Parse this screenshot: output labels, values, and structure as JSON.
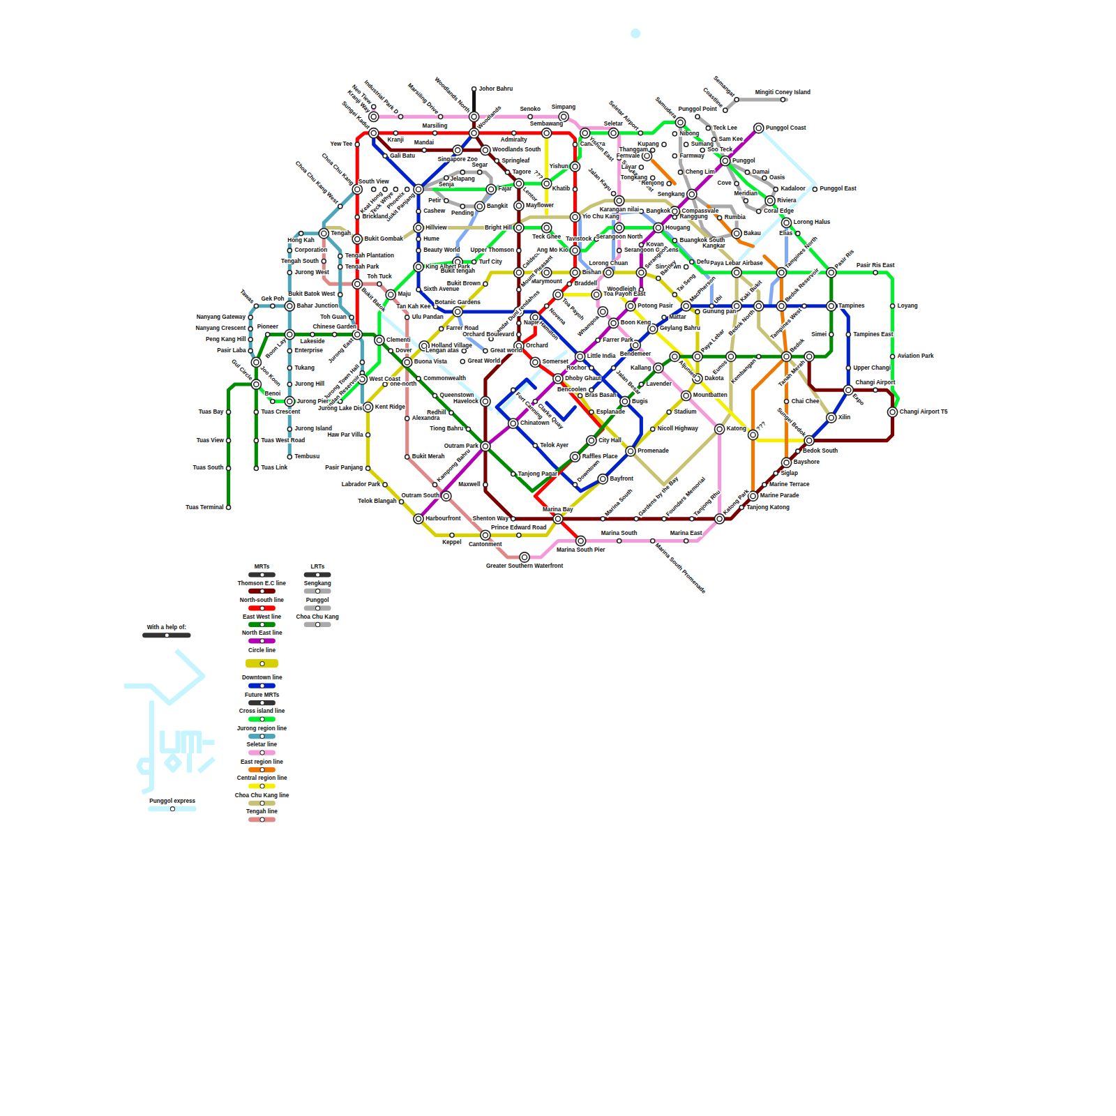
{
  "diagram": {
    "labels": [
      "Neo Tiew",
      "Industrial Park D",
      "Kranji Way",
      "Sungei Kadut",
      "Marsiling Drive",
      "Woodlands North",
      "Johor Bahru",
      "Woodlands",
      "Senoko",
      "Simpang",
      "Kranji",
      "Marsiling",
      "Admiralty",
      "Sembawang",
      "Mandai",
      "Woodlands South",
      "Gali Batu",
      "Singapore Zoo",
      "Springleaf",
      "Canberra",
      "Yew Tee",
      "Yishun East",
      "Seletar Airport",
      "Seletar",
      "Choa Chu Kang",
      "Choa Chu Kang West",
      "South View",
      "Keat Hong",
      "Teck Whye",
      "Phoenix",
      "Bukit Panjang",
      "Brickland",
      "Jelapang",
      "Segar",
      "Senja",
      "Petir",
      "Pending",
      "Bangkit",
      "Fajar",
      "Tagore",
      "???",
      "Lentor",
      "Mayflower",
      "Yishun",
      "Khatib",
      "Cashew",
      "Hillview",
      "Hume",
      "Beauty World",
      "Bright Hill",
      "Upper Thomson",
      "Turf City",
      "King Albert Park",
      "Bukit tengah",
      "Sixth Avenue",
      "Bukit Brown",
      "Tan Kah Kee",
      "Botanic Gardens",
      "Ulu Pandan",
      "Tengah",
      "Bukit Gombak",
      "Hong Kah",
      "Corporation",
      "Tengah Plantation",
      "Tengah South",
      "Tengah Park",
      "Jurong West",
      "Toh Tuck",
      "Bukit Batok West",
      "Bukit Batok",
      "Maju",
      "Tawas",
      "Gek Poh",
      "Bahar Junction",
      "Toh Guan",
      "Nanyang Gateway",
      "Chinese Garden",
      "Nanyang Crescent",
      "Pioneer",
      "Lakeside",
      "Peng Kang Hill",
      "Boon Lay",
      "Enterprise",
      "Jurong East",
      "Pasir Laba",
      "Gul Circle",
      "Joo Koon",
      "Tukang",
      "Jurong Town Hall",
      "Pandan Reservoir",
      "Clementi",
      "Dover",
      "Holland Village",
      "Buona Vista",
      "Farrer Road",
      "Jurong Hill",
      "Benoi",
      "West Coast",
      "one-north",
      "Commonwealth",
      "Jurong Pier",
      "Jurong Lake Dis",
      "Kent Ridge",
      "Queenstown",
      "Tuas Bay",
      "Tuas Crescent",
      "Alexandra",
      "Redhill",
      "Tiong Bahru",
      "Jurong Island",
      "Haw Par Villa",
      "Tuas View",
      "Tuas West Road",
      "Tembusu",
      "Bukit Merah",
      "Tuas South",
      "Tuas Link",
      "Pasir Panjang",
      "Labrador Park",
      "Telok Blangah",
      "Outram South",
      "Kampong Bahru",
      "Tuas Terminal",
      "Harbourfront",
      "Keppel",
      "Cantonment",
      "Shenton Way",
      "Prince Edward Road",
      "Greater Southern Waterfront",
      "Marina South Pier",
      "Marina Bay",
      "Marina South",
      "Marina South",
      "Gardens by the Bay",
      "Founders Memorial",
      "Tanjong Rhu",
      "Marina East",
      "Marina South Promenade",
      "Katong Park",
      "Tanjong Katong",
      "Marine Parade",
      "Marine Terrace",
      "Siglap",
      "Bayshore",
      "Bedok South",
      "Xilin",
      "Expo",
      "Changi Airport",
      "Changi Airport T5",
      "Chai Chee",
      "Sungei Bedok",
      "Upper Changi",
      "Aviation Park",
      "Tampines East",
      "Simei",
      "Tampines",
      "Loyang",
      "Pasir Ris",
      "Pasir Ris East",
      "Tanah Merah",
      "Bedok",
      "Tampines West",
      "Bedok Reservoir",
      "Tampines North",
      "Kembangan",
      "Eunos",
      "Bedok North",
      "Kaki Bukit",
      "Paya Lebar Airbase",
      "Paya Lebar",
      "Dakota",
      "Mountbatten",
      "Aljunied",
      "???",
      "Katong",
      "Stadium",
      "Nicoll Highway",
      "Lavender",
      "Kallang",
      "Bendemeer",
      "Geylang Bahru",
      "Mattar",
      "Ubi",
      "Gunung pan",
      "MacPherson",
      "Tai Seng",
      "Defu",
      "Singtown",
      "Bartley",
      "Potong Pasir",
      "Boon Keng",
      "Farrer Park",
      "Woodleigh",
      "Toa Payoh East",
      "Whampoa",
      "Kovan",
      "Serangoon Gardens",
      "Serangoon North",
      "Serangoon",
      "Lorong Chuan",
      "Bishan",
      "Marymount",
      "Braddell",
      "Toa Payoh",
      "Caldecott",
      "Mount Pleasant",
      "Stevens",
      "Bandar Dunl rendah",
      "Napier",
      "Orchard Boulevard",
      "Orchard",
      "Hamilton",
      "Novena",
      "Somerset",
      "Great World",
      "Great world",
      "Lengan atas",
      "Havelock",
      "Fort Canning",
      "Clarke Quay",
      "Chinatown",
      "Outram Park",
      "Telok Ayer",
      "Tanjong Pagar",
      "Maxwell",
      "Downtown",
      "Bayfront",
      "Raffles Place",
      "City Hall",
      "Promenade",
      "Esplanade",
      "Bras Basah",
      "Bencoolen",
      "Dhoby Ghaut",
      "Rochor",
      "Little India",
      "Jalan Besar",
      "Bugis",
      "Yio Chu Kang",
      "Teck Ghee",
      "Tavistock",
      "Ang Mo Kio",
      "Karangan nilai",
      "Bangkok",
      "Jalan Kayu",
      "Sengkang West",
      "Thanggam",
      "Fernvale",
      "Kupang",
      "Layar",
      "Tongkang",
      "Renjong",
      "Sengkang",
      "Samudera",
      "Punggol Point",
      "Nibong",
      "Sumang",
      "Farmway",
      "Soo Teck",
      "Teck Lee",
      "Sam Kee",
      "Cheng Lim",
      "Compassvale",
      "Punggol",
      "Damai",
      "Oasis",
      "Kadaloor",
      "Riviera",
      "Coral Edge",
      "Meridian",
      "Cove",
      "Rumbia",
      "Bakau",
      "Kangkar",
      "Buangkok South",
      "Ranggung",
      "Hougang",
      "Punggol Coast",
      "Punggol East",
      "Lorong Halus",
      "Elias",
      "Mingiti Coney Island",
      "Coastline",
      "Semangat"
    ],
    "legend": [
      {
        "text": "With a help of:",
        "color": "#333333"
      },
      {
        "text": "MRTs",
        "color": "#333333"
      },
      {
        "text": "Thomson E.C line",
        "color": "#7a0000"
      },
      {
        "text": "North-south line",
        "color": "#ff0000"
      },
      {
        "text": "East West line",
        "color": "#008c00"
      },
      {
        "text": "North East line",
        "color": "#b400b4"
      },
      {
        "text": "Circle line",
        "color": "#d7d000"
      },
      {
        "text": "Downtown line",
        "color": "#0022cc"
      },
      {
        "text": "Future MRTs",
        "color": "#333333"
      },
      {
        "text": "Cross island line",
        "color": "#00f030"
      },
      {
        "text": "Jurong region line",
        "color": "#4ca5b8"
      },
      {
        "text": "Seletar line",
        "color": "#f59ad8"
      },
      {
        "text": "East region line",
        "color": "#f07800"
      },
      {
        "text": "Central region line",
        "color": "#f5f000"
      },
      {
        "text": "Choa Chu Kang line",
        "color": "#c8c274"
      },
      {
        "text": "Tengah line",
        "color": "#e08888"
      },
      {
        "text": "LRTs",
        "color": "#333333"
      },
      {
        "text": "Sengkang",
        "color": "#aaaaaa"
      },
      {
        "text": "Punggol",
        "color": "#aaaaaa"
      },
      {
        "text": "Choa Chu Kang",
        "color": "#aaaaaa"
      },
      {
        "text": "Punggol express",
        "color": "#c6f4ff"
      }
    ]
  }
}
